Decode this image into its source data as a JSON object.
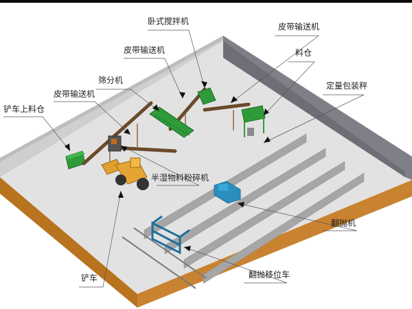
{
  "diagram": {
    "title": "",
    "colors": {
      "floor": "#e3e3e3",
      "wall_left": "#c9c9c9",
      "wall_right": "#7d7d85",
      "base_side": "#c07a28",
      "base_front": "#b36c1c",
      "equipment_green": "#2f9a3a",
      "loader_yellow": "#e0a030",
      "turner_blue": "#2a8fbf",
      "trough": "#a9a9a9"
    },
    "labels": [
      {
        "id": "horizontal-mixer",
        "text": "卧式搅拌机"
      },
      {
        "id": "belt-conveyor-3",
        "text": "皮带输送机"
      },
      {
        "id": "belt-conveyor-2",
        "text": "皮带输送机"
      },
      {
        "id": "material-bin",
        "text": "料仓"
      },
      {
        "id": "screening-machine",
        "text": "筛分机"
      },
      {
        "id": "quantitative-packing-scale",
        "text": "定量包装秤"
      },
      {
        "id": "belt-conveyor-1",
        "text": "皮带输送机"
      },
      {
        "id": "loader-feeding-bin",
        "text": "铲车上料仓"
      },
      {
        "id": "semi-wet-crusher",
        "text": "半湿物料粉碎机"
      },
      {
        "id": "turning-machine",
        "text": "翻抛机"
      },
      {
        "id": "forklift-loader",
        "text": "铲车"
      },
      {
        "id": "turner-shift-car",
        "text": "翻抛移位车"
      }
    ]
  }
}
